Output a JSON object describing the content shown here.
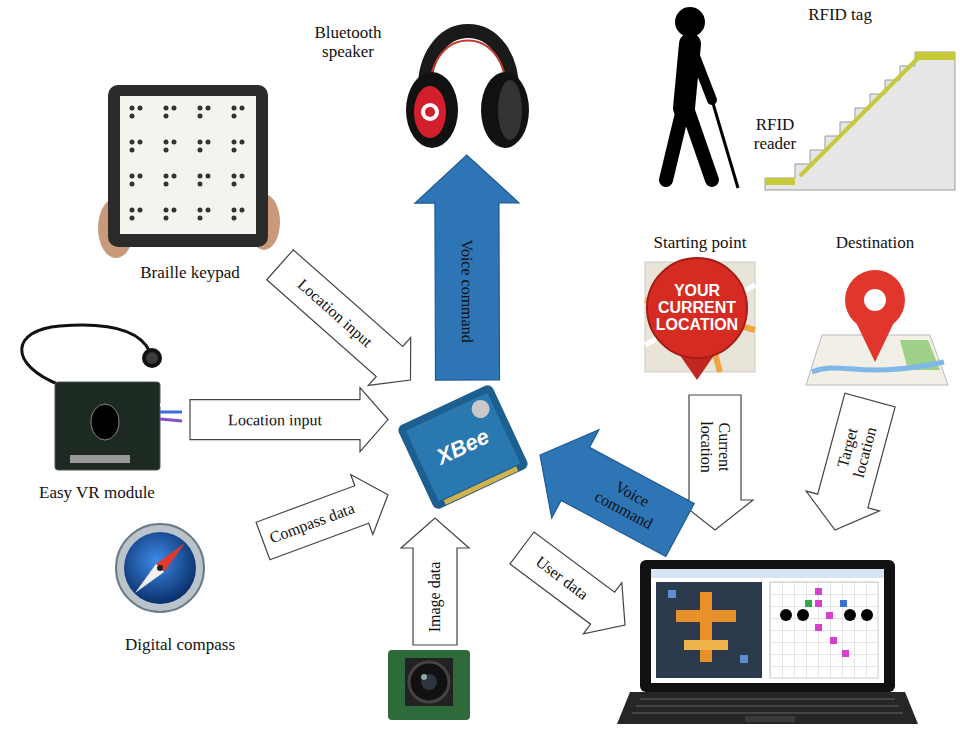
{
  "diagram": {
    "nodes": [
      {
        "text": [
          "Bluetooth speaker"
        ]
      },
      {
        "text": [
          "RFID reader"
        ]
      },
      {
        "text": [
          "RFID tag"
        ]
      },
      {
        "text": [
          "Braille keypad"
        ]
      },
      {
        "text": [
          "Starting point",
          "YOUR CURRENT LOCATION"
        ]
      },
      {
        "text": [
          "Destination"
        ]
      },
      {
        "text": [
          "Easy VR module"
        ]
      },
      {
        "text": [
          "XBee"
        ]
      },
      {
        "text": [
          "Digital compass"
        ]
      }
    ],
    "edges": [
      {
        "from": 3,
        "to": 7,
        "label": "Location input",
        "arrow": "to"
      },
      {
        "from": 6,
        "to": 7,
        "label": "Location input",
        "arrow": "to"
      },
      {
        "from": 8,
        "to": 7,
        "label": "Compass data",
        "arrow": "to"
      },
      {
        "from": 7,
        "to": 0,
        "label": "Voice command",
        "arrow": "to"
      }
    ],
    "labels": [
      "Image data",
      "User data",
      "Current location",
      "Target location",
      "Voice command"
    ]
  }
}
